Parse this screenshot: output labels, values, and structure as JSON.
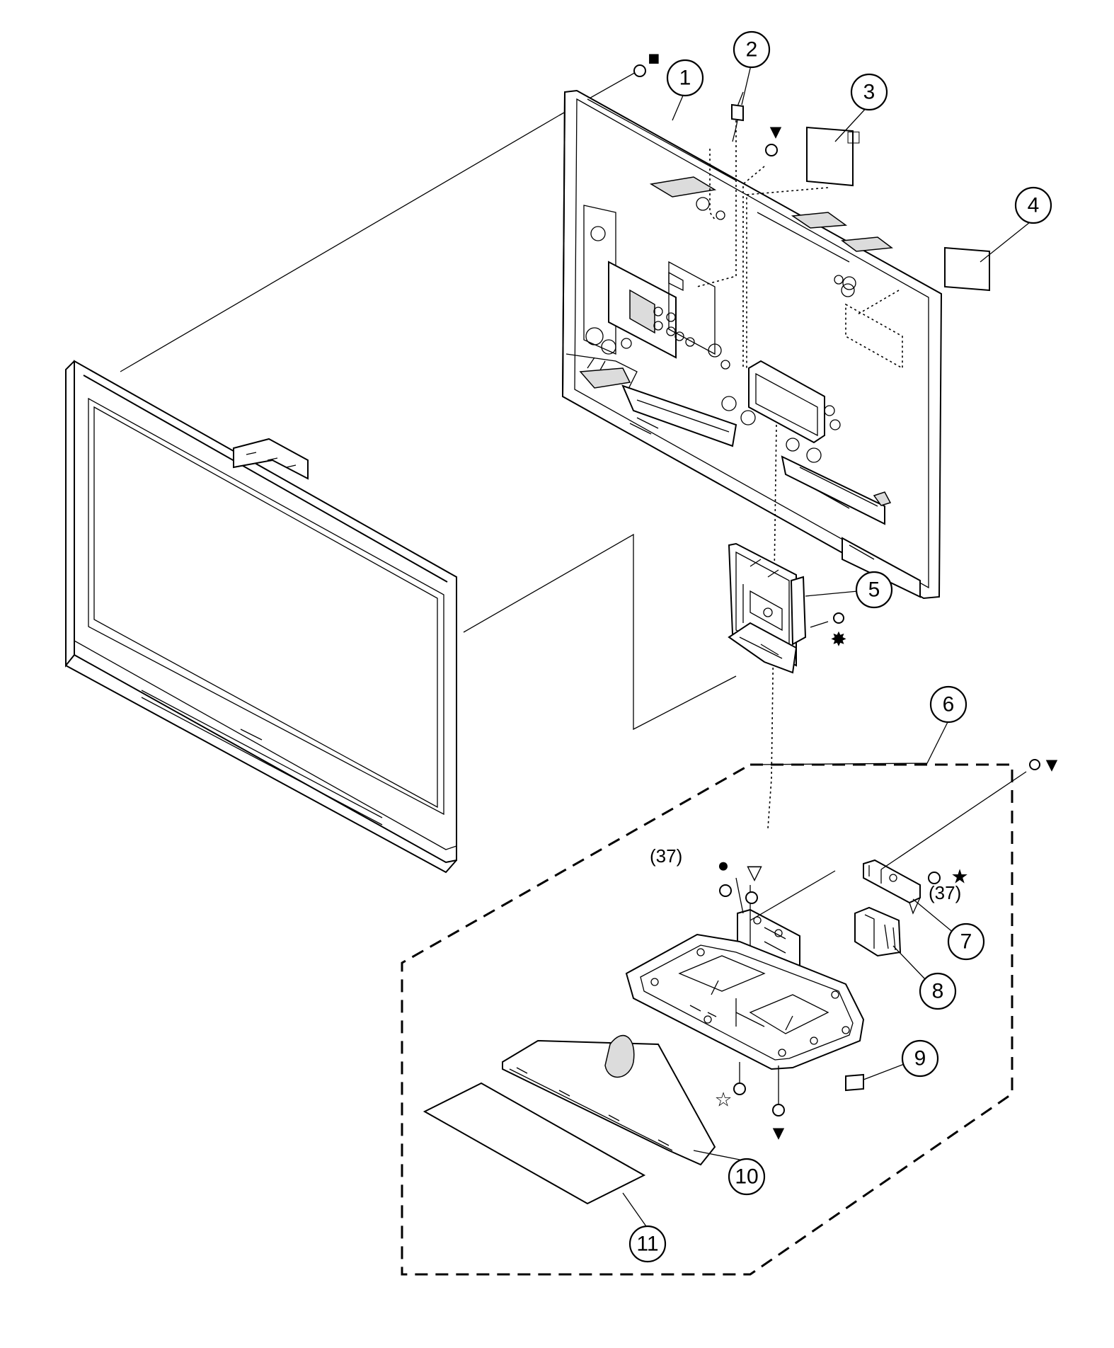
{
  "balloons": [
    {
      "id": "1",
      "label": "1"
    },
    {
      "id": "2",
      "label": "2"
    },
    {
      "id": "3",
      "label": "3"
    },
    {
      "id": "4",
      "label": "4"
    },
    {
      "id": "5",
      "label": "5"
    },
    {
      "id": "6",
      "label": "6"
    },
    {
      "id": "7",
      "label": "7"
    },
    {
      "id": "8",
      "label": "8"
    },
    {
      "id": "9",
      "label": "9"
    },
    {
      "id": "10",
      "label": "10"
    },
    {
      "id": "11",
      "label": "11"
    }
  ],
  "screw_symbols": {
    "filled_square": "■",
    "open_square": "□",
    "filled_triangle_down": "▼",
    "open_triangle_down": "▽",
    "filled_circle": "●",
    "filled_star": "★",
    "open_star": "☆",
    "burst": "✸"
  },
  "references": {
    "ref_37_left": "(37)",
    "ref_37_right": "(37)"
  }
}
